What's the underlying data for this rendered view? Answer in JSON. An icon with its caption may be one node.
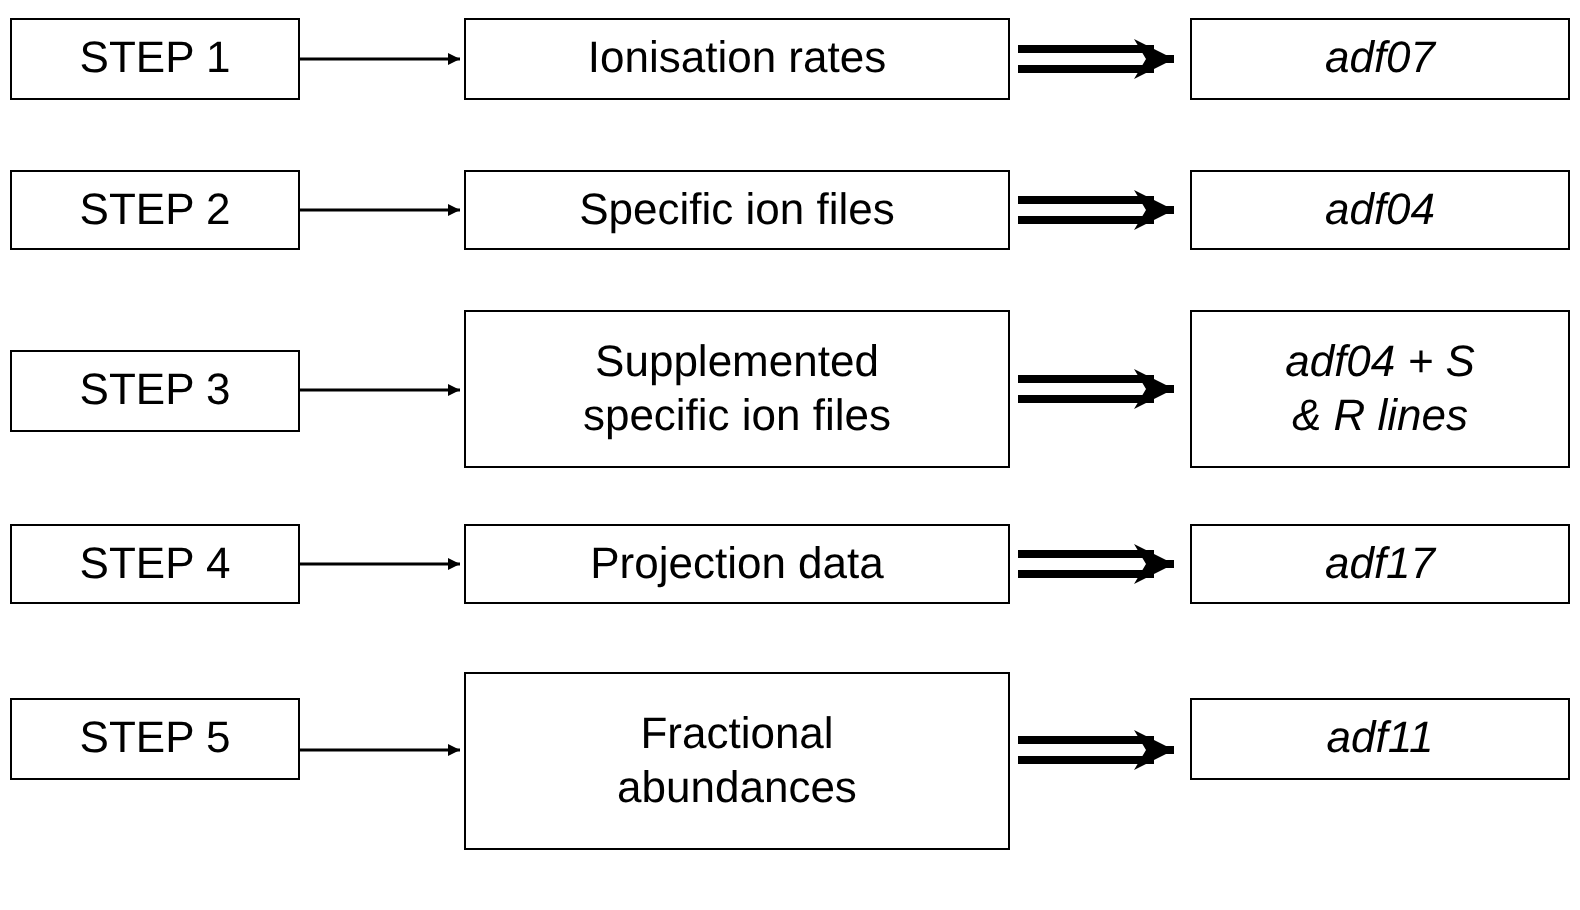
{
  "diagram": {
    "nodes": [
      {
        "text": [
          "STEP 1"
        ]
      },
      {
        "text": [
          "Ionisation rates"
        ]
      },
      {
        "text": [
          "adf07"
        ]
      },
      {
        "text": [
          "STEP 2"
        ]
      },
      {
        "text": [
          "Specific ion files"
        ]
      },
      {
        "text": [
          "adf04"
        ]
      },
      {
        "text": [
          "STEP 3"
        ]
      },
      {
        "text": [
          "Supplemented specific ion files"
        ]
      },
      {
        "text": [
          "adf04 + S & R lines"
        ]
      },
      {
        "text": [
          "STEP 4"
        ]
      },
      {
        "text": [
          "Projection data"
        ]
      },
      {
        "text": [
          "adf17"
        ]
      },
      {
        "text": [
          "STEP 5"
        ]
      },
      {
        "text": [
          "Fractional abundances"
        ]
      },
      {
        "text": [
          "adf11"
        ]
      }
    ],
    "edges": [
      {
        "from": 0,
        "to": 1,
        "arrow": "to"
      },
      {
        "from": 1,
        "to": 2,
        "arrow": "to",
        "style": "thick"
      },
      {
        "from": 3,
        "to": 4,
        "arrow": "to"
      },
      {
        "from": 4,
        "to": 5,
        "arrow": "to",
        "style": "thick"
      },
      {
        "from": 6,
        "to": 7,
        "arrow": "to"
      },
      {
        "from": 7,
        "to": 8,
        "arrow": "to",
        "style": "thick"
      },
      {
        "from": 9,
        "to": 10,
        "arrow": "to"
      },
      {
        "from": 10,
        "to": 11,
        "arrow": "to",
        "style": "thick"
      },
      {
        "from": 12,
        "to": 13,
        "arrow": "to"
      },
      {
        "from": 13,
        "to": 14,
        "arrow": "to",
        "style": "thick"
      }
    ]
  }
}
